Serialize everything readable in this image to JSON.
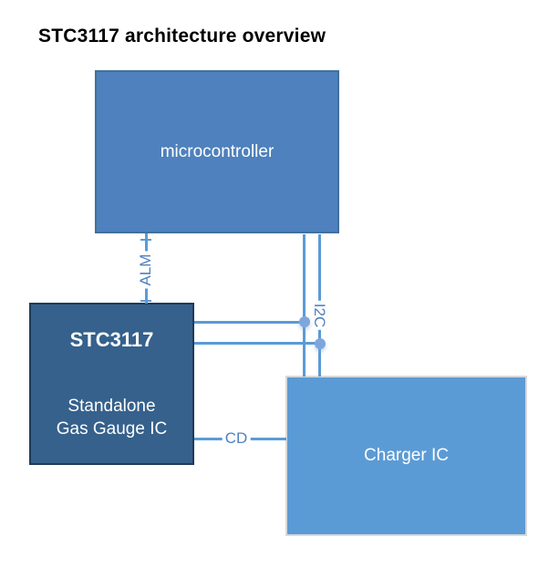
{
  "title": "STC3117 architecture overview",
  "diagram": {
    "nodes": {
      "microcontroller": {
        "label": "microcontroller",
        "fill": "#4e81bd",
        "border": "#41719c"
      },
      "stc3117": {
        "title": "STC3117",
        "subtitle_line1": "Standalone",
        "subtitle_line2": "Gas Gauge IC",
        "fill": "#35618c",
        "border": "#1e3c59"
      },
      "charger": {
        "label": "Charger IC",
        "fill": "#5b9bd5",
        "border": "#d9d9d9"
      }
    },
    "connections": {
      "alm_label": "ALM",
      "i2c_label": "I2C",
      "cd_label": "CD",
      "line_color": "#5b9bd5",
      "label_color": "#4f81bd",
      "junction_color": "#7da7dc"
    }
  }
}
